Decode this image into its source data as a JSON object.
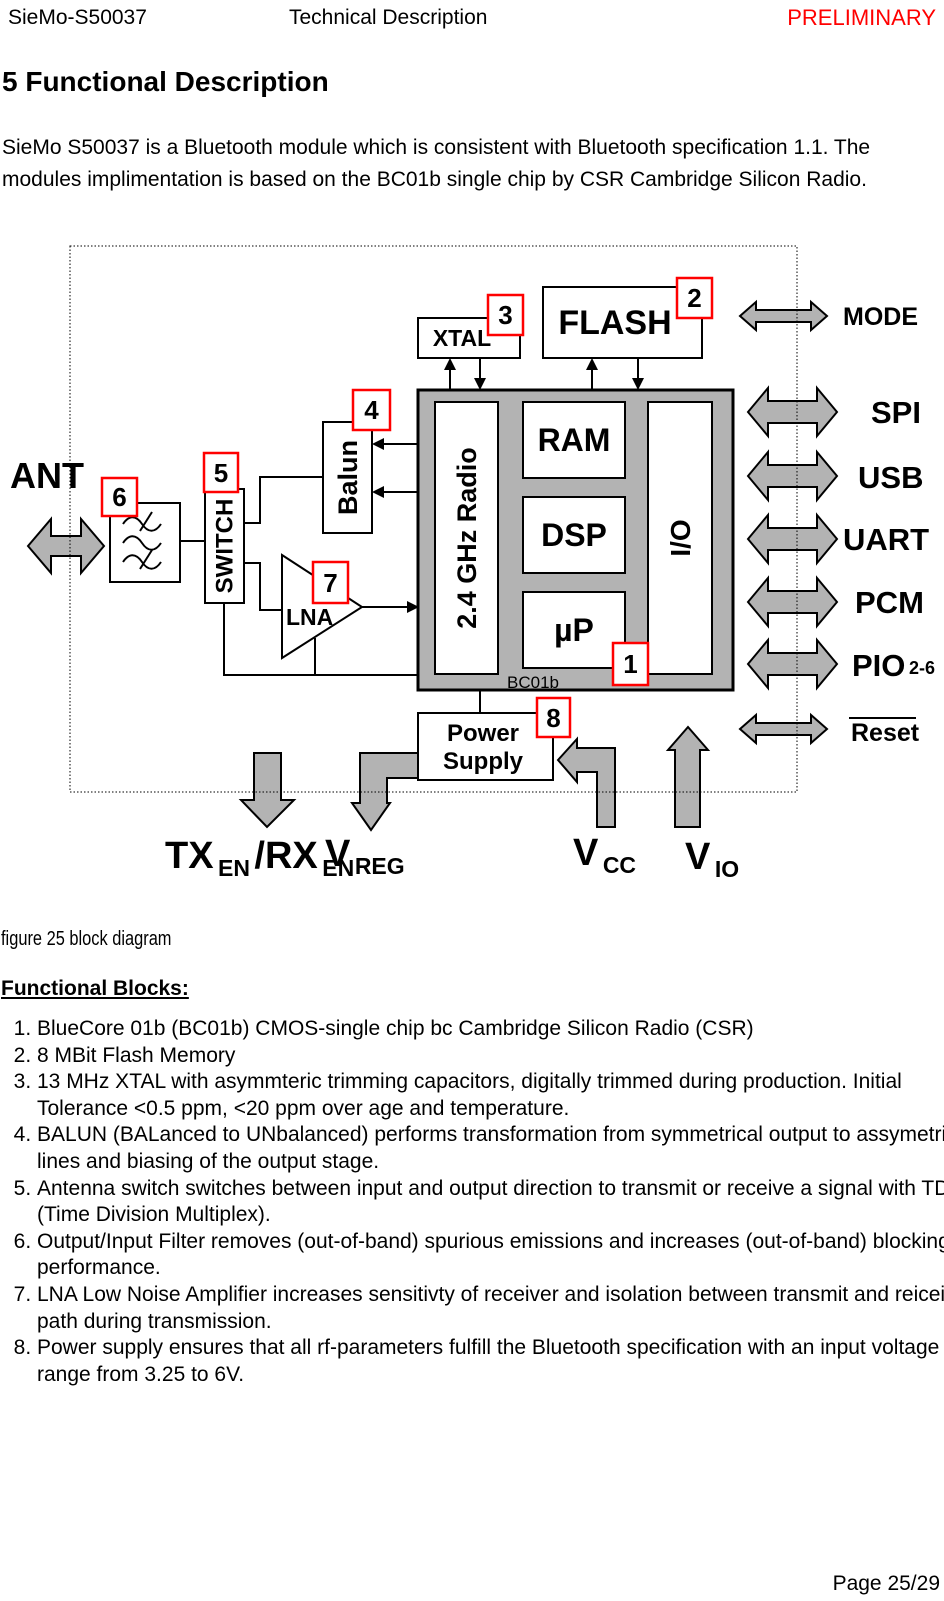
{
  "header": {
    "product": "SieMo-S50037",
    "doc_type": "Technical Description",
    "status": "PRELIMINARY"
  },
  "title": "5 Functional Description",
  "intro": "SieMo S50037 is a Bluetooth module which is consistent with Bluetooth specification 1.1. The modules implimentation is based on the BC01b single chip by CSR Cambridge Silicon Radio.",
  "diagram": {
    "ant_label": "ANT",
    "blocks": {
      "xtal": "XTAL",
      "flash": "FLASH",
      "balun": "Balun",
      "switch": "SWITCH",
      "lna": "LNA",
      "radio": "2.4 GHz Radio",
      "ram": "RAM",
      "dsp": "DSP",
      "microprocessor": "µP",
      "io": "I/O",
      "chip_name": "BC01b",
      "power": [
        "Power",
        "Supply"
      ]
    },
    "callouts": {
      "chip": "1",
      "flash": "2",
      "xtal": "3",
      "balun": "4",
      "switch": "5",
      "filter": "6",
      "lna": "7",
      "power": "8"
    },
    "ports": {
      "mode": "MODE",
      "spi": "SPI",
      "usb": "USB",
      "uart": "UART",
      "pcm": "PCM",
      "pio": "PIO",
      "pio_range": "2-6",
      "reset": "Reset"
    },
    "rails": {
      "tx_rx": [
        "TX",
        "EN",
        "/RX",
        "EN"
      ],
      "vreg": [
        "V",
        "REG"
      ],
      "vcc": [
        "V",
        "CC"
      ],
      "vio": [
        "V",
        "IO"
      ]
    },
    "colors": {
      "callout_red": "#ff0000",
      "fill_gray": "#b3b3b3"
    }
  },
  "figure_caption": "figure 25 block diagram",
  "functional_blocks": {
    "heading": "Functional Blocks:",
    "items": [
      "BlueCore 01b (BC01b) CMOS-single chip bc Cambridge Silicon Radio (CSR)",
      "8 MBit Flash Memory",
      "13 MHz XTAL with asymmteric trimming capacitors, digitally trimmed during production. Initial Tolerance <0.5 ppm, <20 ppm over age and temperature.",
      "BALUN (BALanced to UNbalanced) performs transformation from symmetrical output to assymetrical lines and biasing of the output stage.",
      "Antenna switch switches between input and output direction to transmit or receive a signal with TDM (Time Division Multiplex).",
      "Output/Input Filter removes (out-of-band) spurious emissions and increases (out-of-band) blocking performance.",
      "LNA Low Noise Amplifier increases sensitivty of receiver and isolation between transmit and reiceive path during transmission.",
      "Power supply ensures that all rf-parameters fulfill the Bluetooth specification with an input voltage range from 3.25 to 6V."
    ]
  },
  "footer": {
    "page": "Page 25/29"
  }
}
